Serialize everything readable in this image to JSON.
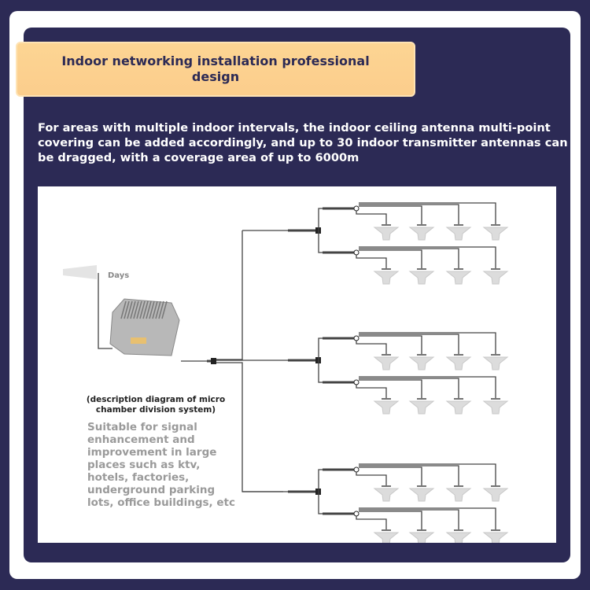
{
  "banner": {
    "title": "Indoor networking installation professional design"
  },
  "description": "For areas with multiple indoor intervals, the indoor ceiling antenna multi-point covering can be added accordingly, and up to 30 indoor transmitter antennas can be dragged, with a coverage area of up to 6000m",
  "diagram": {
    "antenna_label": "Days",
    "caption": "(description diagram of micro chamber division system)",
    "suitable_text": "Suitable for signal enhancement and improvement in large places such as ktv, hotels, factories, underground parking lots, office buildings, etc",
    "branch_count": 3,
    "antennas_per_row": 4
  },
  "colors": {
    "background": "#2c2a55",
    "banner": "#fcd08f",
    "text_dark": "#2c2a55"
  }
}
